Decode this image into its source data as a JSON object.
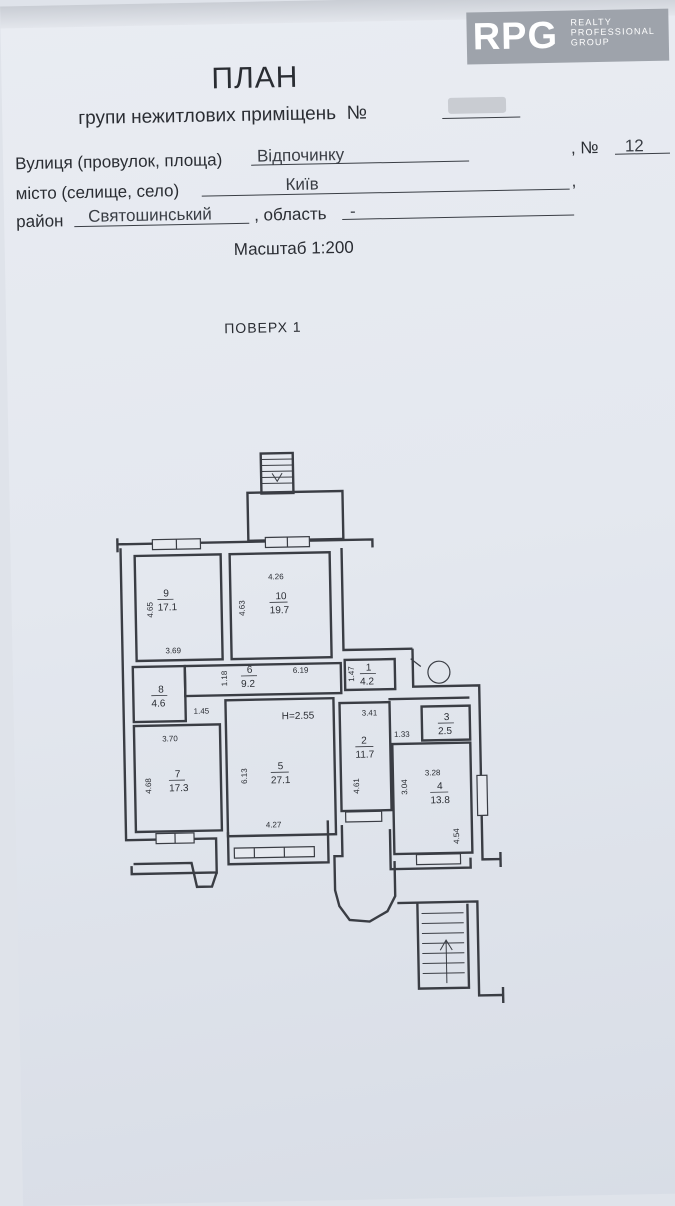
{
  "logo": {
    "mark": "RPG",
    "tagline_1": "REALTY",
    "tagline_2": "PROFESSIONAL",
    "tagline_3": "GROUP"
  },
  "header": {
    "title": "ПЛАН",
    "subtitle": "групи нежитлових приміщень",
    "number_label": "№",
    "street_label": "Вулиця (провулок, площа)",
    "street_value": "Відпочинку",
    "house_label": ", №",
    "house_value": "12",
    "city_label": "місто (селище, село)",
    "city_value": "Київ",
    "district_label": "район",
    "district_value": "Святошинський",
    "region_label": ", область",
    "region_value": "-",
    "scale": "Масштаб 1:200",
    "floor": "ПОВЕРХ  1"
  },
  "rooms": [
    {
      "id": "room-1",
      "number": "1",
      "area": "4.2"
    },
    {
      "id": "room-2",
      "number": "2",
      "area": "11.7"
    },
    {
      "id": "room-3",
      "number": "3",
      "area": "2.5"
    },
    {
      "id": "room-4",
      "number": "4",
      "area": "13.8"
    },
    {
      "id": "room-5",
      "number": "5",
      "area": "27.1"
    },
    {
      "id": "room-6",
      "number": "6",
      "area": "9.2"
    },
    {
      "id": "room-7",
      "number": "7",
      "area": "17.3"
    },
    {
      "id": "room-8",
      "number": "8",
      "area": "4.6"
    },
    {
      "id": "room-9",
      "number": "9",
      "area": "17.1"
    },
    {
      "id": "room-10",
      "number": "10",
      "area": "19.7"
    }
  ],
  "dimensions": {
    "r9_height": "4.65",
    "r9_width": "3.69",
    "r10_width": "4.26",
    "r10_height": "4.63",
    "r6_h": "1.18",
    "r6_w": "6.19",
    "r1_h": "1.47",
    "r8_w": "1.45",
    "ceiling": "H=2.55",
    "r2_top": "3.41",
    "r2_right": "1.33",
    "r2_h": "4.61",
    "r4_top": "3.28",
    "r4_h": "4.54",
    "r4_left": "3.04",
    "r7_top": "3.70",
    "r7_h": "4.68",
    "r5_h": "6.13",
    "r5_bottom": "4.27"
  }
}
